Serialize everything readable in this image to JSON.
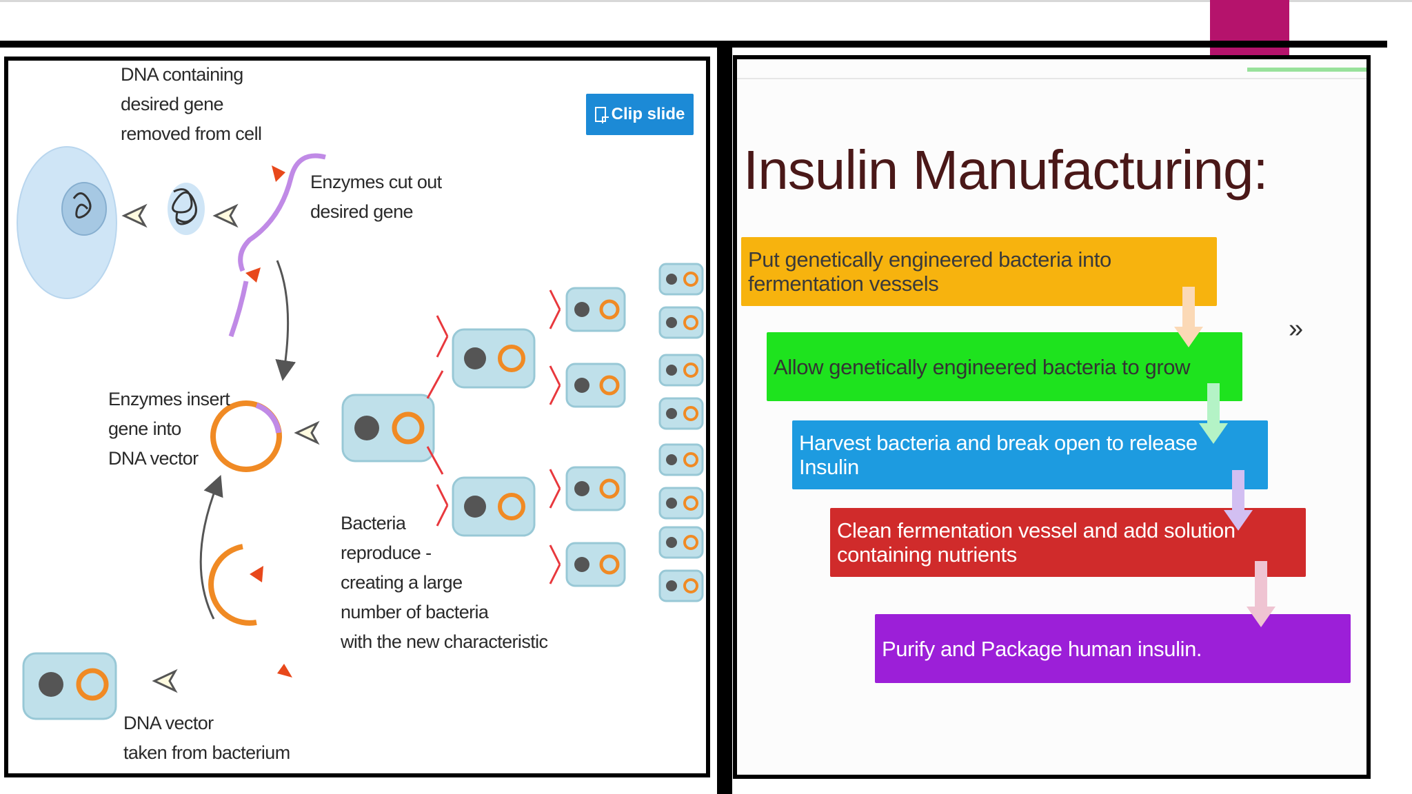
{
  "left_slide": {
    "clip_button": "Clip slide",
    "labels": {
      "dna_containing": "DNA containing\ndesired gene\nremoved from cell",
      "enzymes_cut": "Enzymes cut out\ndesired gene",
      "enzymes_insert": "Enzymes insert\ngene into\nDNA vector",
      "bacteria_reproduce": "Bacteria\nreproduce -\ncreating a large\nnumber of bacteria\nwith the new characteristic",
      "dna_vector": "DNA vector\ntaken from bacterium"
    }
  },
  "right_slide": {
    "title": "Insulin Manufacturing:",
    "steps": [
      {
        "text": "Put genetically engineered bacteria into fermentation vessels",
        "color": "#f7b30e"
      },
      {
        "text": "Allow genetically engineered bacteria to grow",
        "color": "#1ee31e"
      },
      {
        "text": "Harvest bacteria and break open to release Insulin",
        "color": "#1d9be0"
      },
      {
        "text": "Clean fermentation vessel and add solution containing nutrients",
        "color": "#d02b2b"
      },
      {
        "text": "Purify and Package human insulin.",
        "color": "#9c1fd8"
      }
    ],
    "next_icon": "chevron-right-icon"
  },
  "colors": {
    "accent": "#b5136c",
    "plasmid": "#f08a24",
    "gene": "#c08ae6",
    "cell": "#cde6f5"
  }
}
